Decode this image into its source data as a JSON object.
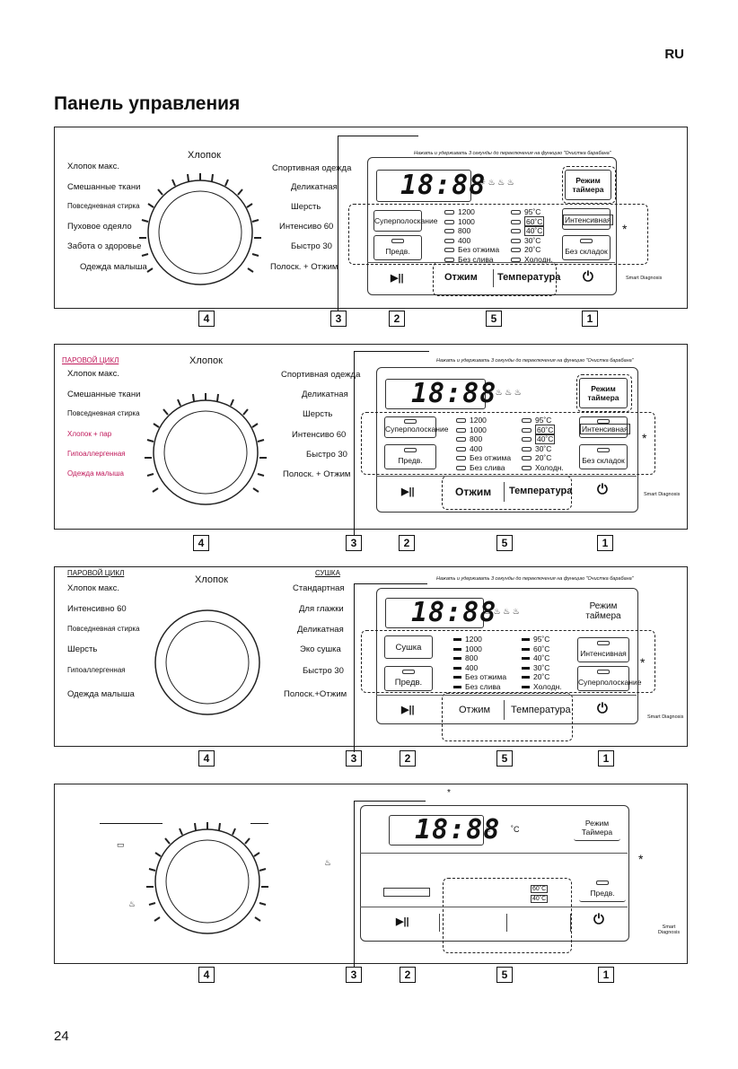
{
  "header": {
    "lang": "RU",
    "title": "Панель управления",
    "page_number": "24"
  },
  "note": "Нажать и удерживать 3 секунды до переключения на функцию \"Очистка барабана\"",
  "display": "18:88",
  "star": "*",
  "smart": "Smart Diagnosis",
  "panel1": {
    "top": "Хлопок",
    "left": [
      "Хлопок макс.",
      "Смешанные ткани",
      "Повседневная стирка",
      "Пуховое одеяло",
      "Забота о здоровье",
      "Одежда малыша"
    ],
    "right": [
      "Спортивная одежда",
      "Деликатная",
      "Шерсть",
      "Интенсиво 60",
      "Быстро 30",
      "Полоск. + Отжим"
    ],
    "btn_left1": "Суперполоскание",
    "btn_left2": "Предв.",
    "btn_right1": "Интенсивная",
    "btn_right2": "Без складок",
    "timer": "Режим таймера",
    "spin": [
      "1200",
      "1000",
      "800",
      "400",
      "Без отжима",
      "Без слива"
    ],
    "temp": [
      "95˚C",
      "60˚C",
      "40˚C",
      "30˚C",
      "20˚C",
      "Холодн."
    ],
    "spin_label": "Отжим",
    "temp_label": "Температура"
  },
  "panel2": {
    "header_left": "ПАРОВОЙ ЦИКЛ",
    "top": "Хлопок",
    "left": [
      "Хлопок макс.",
      "Смешанные ткани",
      "Повседневная стирка",
      "Хлопок + пар",
      "Гипоаллергенная",
      "Одежда малыша"
    ],
    "right": [
      "Спортивная одежда",
      "Деликатная",
      "Шерсть",
      "Интенсиво 60",
      "Быстро 30",
      "Полоск. + Отжим"
    ],
    "btn_left1": "Суперполоскание",
    "btn_left2": "Предв.",
    "btn_right1": "Интенсивная",
    "btn_right2": "Без складок",
    "timer": "Режим таймера",
    "spin": [
      "1200",
      "1000",
      "800",
      "400",
      "Без отжима",
      "Без слива"
    ],
    "temp": [
      "95˚C",
      "60˚C",
      "40˚C",
      "30˚C",
      "20˚C",
      "Холодн."
    ],
    "spin_label": "Отжим",
    "temp_label": "Температура"
  },
  "panel3": {
    "header_left": "ПАРОВОЙ ЦИКЛ",
    "header_right": "СУШКА",
    "top": "Хлопок",
    "left": [
      "Хлопок макс.",
      "Интенсивно 60",
      "Повседневная стирка",
      "Шерсть",
      "Гипоаллергенная",
      "Одежда малыша"
    ],
    "right": [
      "Стандартная",
      "Для глажки",
      "Деликатная",
      "Эко сушка",
      "Быстро 30",
      "Полоск.+Отжим"
    ],
    "btn_left1": "Сушка",
    "btn_left2": "Предв.",
    "btn_right1": "Интенсивная",
    "btn_right2": "Суперполоскание",
    "timer": "Режим таймера",
    "spin": [
      "1200",
      "1000",
      "800",
      "400",
      "Без отжима",
      "Без слива"
    ],
    "temp": [
      "95˚C",
      "60˚C",
      "40˚C",
      "30˚C",
      "20˚C",
      "Холодн."
    ],
    "spin_label": "Отжим",
    "temp_label": "Температура"
  },
  "panel4": {
    "timer": "Режим Таймера",
    "pre": "Предв.",
    "deg": "˚C",
    "t60": "60˚C",
    "t40": "40˚C"
  },
  "callouts": [
    "4",
    "3",
    "2",
    "5",
    "1"
  ],
  "colors": {
    "accent_red": "#c0185a"
  }
}
